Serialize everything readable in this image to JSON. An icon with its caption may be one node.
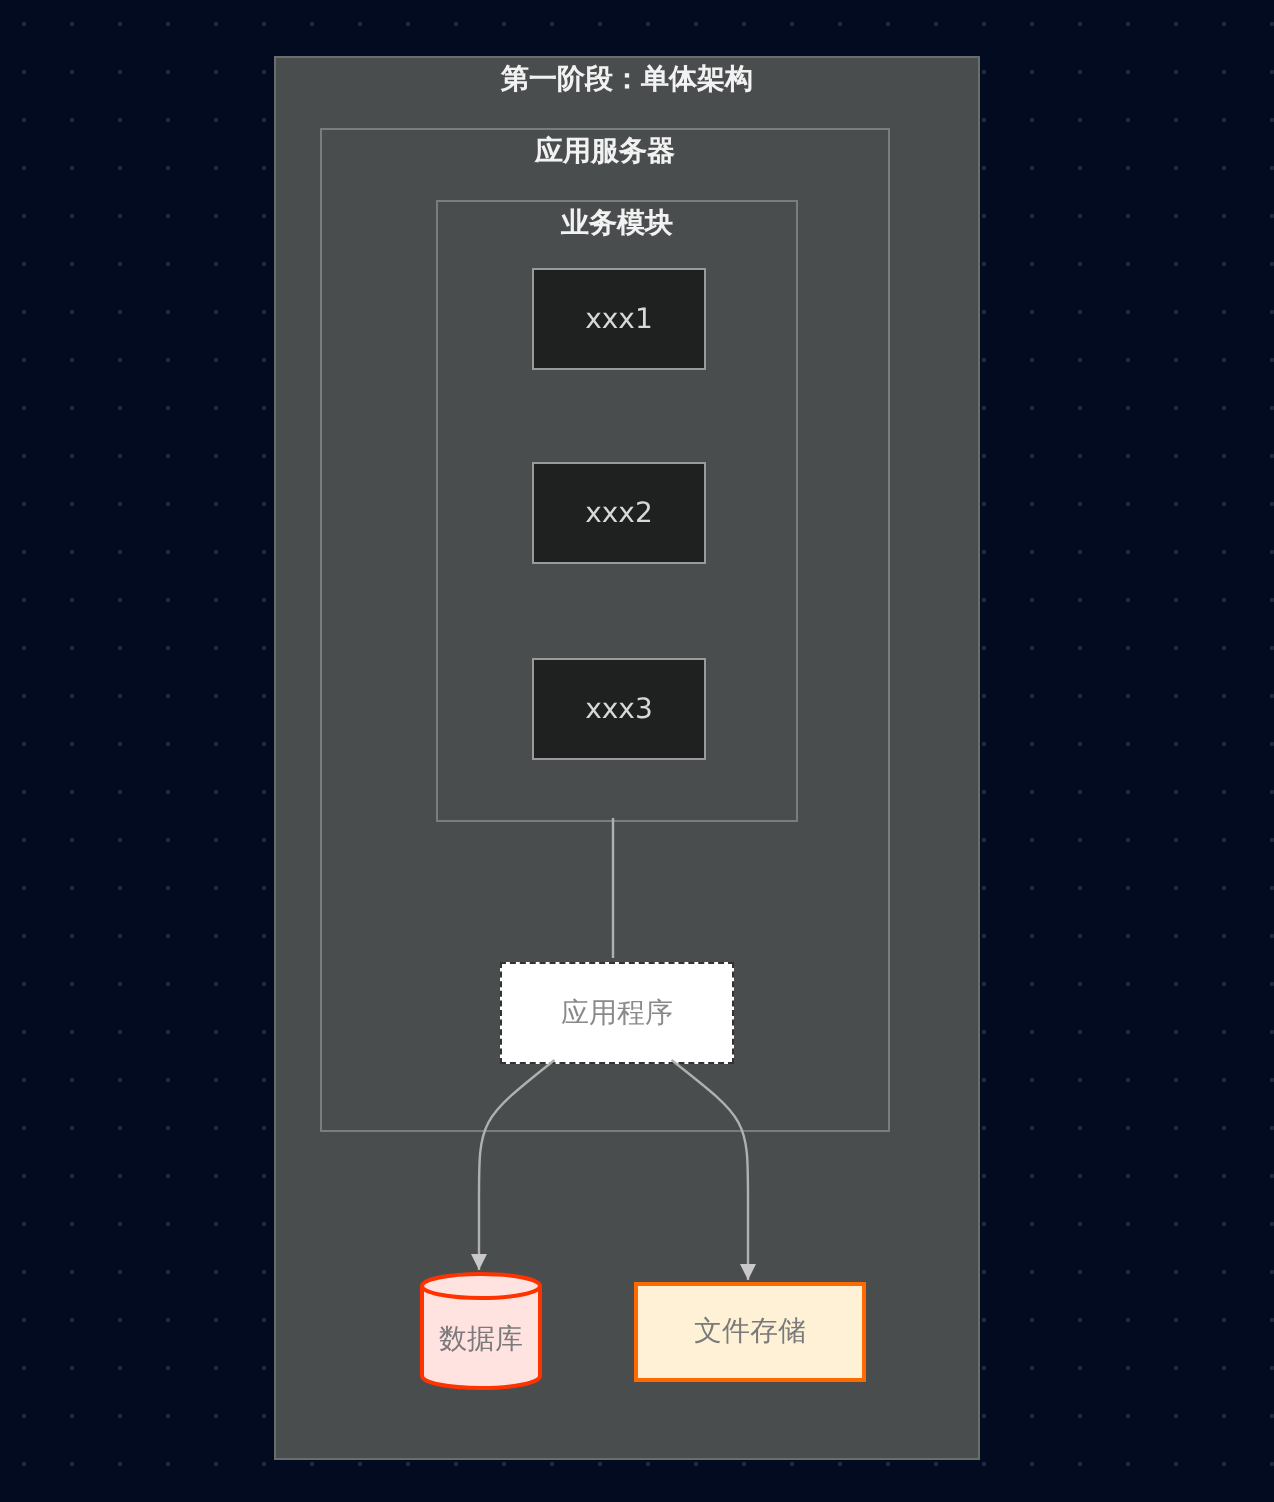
{
  "diagram": {
    "nodes": [
      {
        "text": [
          "第一阶段：单体架构"
        ]
      },
      {
        "text": [
          "应用服务器"
        ],
        "in": 0
      },
      {
        "text": [
          "业务模块"
        ],
        "in": 1
      },
      {
        "text": [
          "xxx1"
        ],
        "in": 2
      },
      {
        "text": [
          "xxx2"
        ],
        "in": 2
      },
      {
        "text": [
          "xxx3"
        ],
        "in": 2
      },
      {
        "text": [
          "应用程序"
        ],
        "in": 1
      },
      {
        "text": [
          "数据库"
        ],
        "in": 0
      },
      {
        "text": [
          "文件存储"
        ],
        "in": 0
      }
    ],
    "edges": [
      {
        "from": 2,
        "to": 6,
        "arrow": "none"
      },
      {
        "from": 6,
        "to": 7,
        "arrow": "to"
      },
      {
        "from": 6,
        "to": 8,
        "arrow": "to"
      }
    ]
  }
}
